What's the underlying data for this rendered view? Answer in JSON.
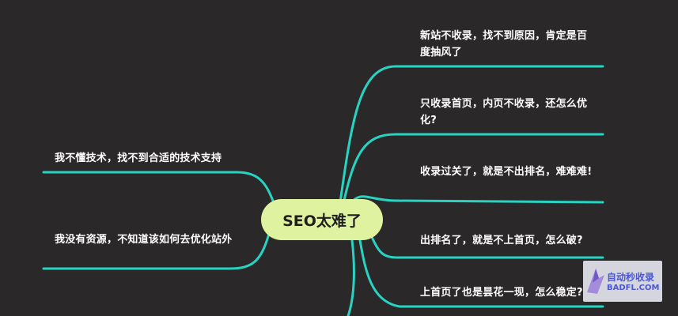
{
  "center": {
    "label": "SEO太难了"
  },
  "left_branches": [
    {
      "label": "我不懂技术，找不到合适的技术支持"
    },
    {
      "label": "我没有资源，不知道该如何去优化站外"
    }
  ],
  "right_branches": [
    {
      "label": "新站不收录，找不到原因，肯定是百度抽风了"
    },
    {
      "label": "只收录首页，内页不收录，还怎么优化?"
    },
    {
      "label": "收录过关了，就是不出排名，难难难!"
    },
    {
      "label": "出排名了，就是不上首页，怎么破?"
    },
    {
      "label": "上首页了也是昙花一现，怎么稳定?"
    }
  ],
  "watermark": {
    "line1": "自动秒收录",
    "line2": "BADFL.COM"
  },
  "colors": {
    "background": "#2b282a",
    "branch": "#27d3c1",
    "center_fill": "#dff2a0",
    "text": "#ffffff"
  }
}
